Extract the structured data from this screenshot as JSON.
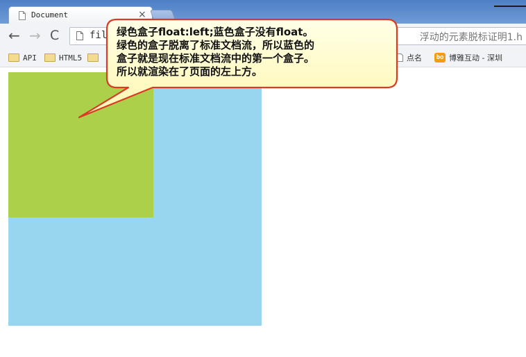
{
  "browser": {
    "tab": {
      "title": "Document",
      "close": "×"
    },
    "nav": {
      "back": "←",
      "forward": "→",
      "reload": "C"
    },
    "address": {
      "url": "fil",
      "tail": "浮动的元素脱标证明1.h"
    },
    "bookmarks": [
      {
        "label": "API",
        "icon": "folder-icon"
      },
      {
        "label": "HTML5",
        "icon": "folder-icon"
      },
      {
        "label": "点名",
        "icon": "page-icon"
      },
      {
        "label": "博雅互动 - 深圳",
        "icon": "bo-icon",
        "badge": "bo"
      }
    ]
  },
  "page": {
    "boxes": {
      "blue": {
        "color": "#98d6ef",
        "name": "blue-box"
      },
      "green": {
        "color": "#acd049",
        "name": "green-box",
        "float": "left"
      }
    }
  },
  "callout": {
    "lines": [
      "绿色盒子float:left;蓝色盒子没有float。",
      "绿色的盒子脱离了标准文档流，所以蓝色的",
      "盒子就是现在标准文档流中的第一个盒子。",
      "所以就渲染在了页面的左上方。"
    ],
    "fill": "#ffffcc",
    "border": "#d83b26"
  }
}
